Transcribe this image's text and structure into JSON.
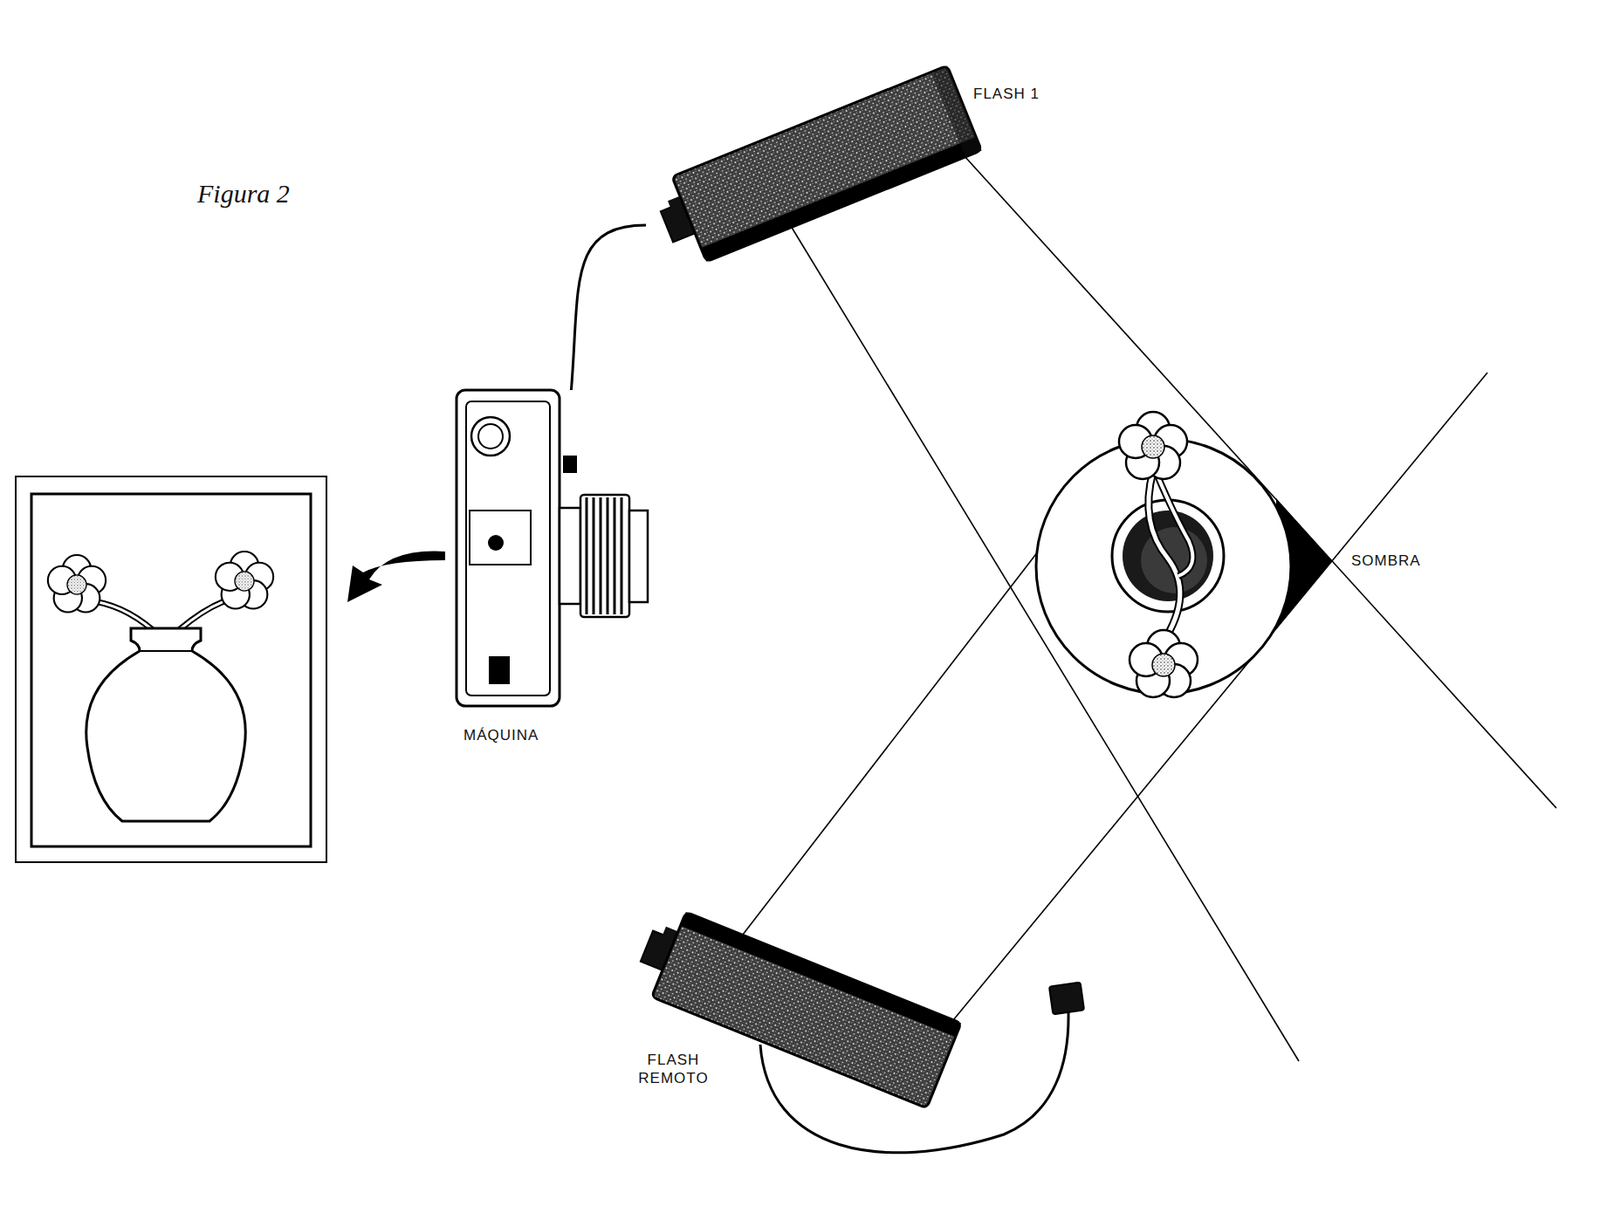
{
  "diagram": {
    "title": "Figura 2",
    "nodes": [
      {
        "text": [
          "FLASH 1"
        ]
      },
      {
        "text": [
          "MÁQUINA"
        ]
      },
      {
        "text": [
          "FLASH REMOTO"
        ]
      }
    ],
    "edges": [
      {
        "from": 1,
        "to": 0,
        "arrow": "none"
      }
    ],
    "labels": [
      "SOMBRA"
    ]
  }
}
